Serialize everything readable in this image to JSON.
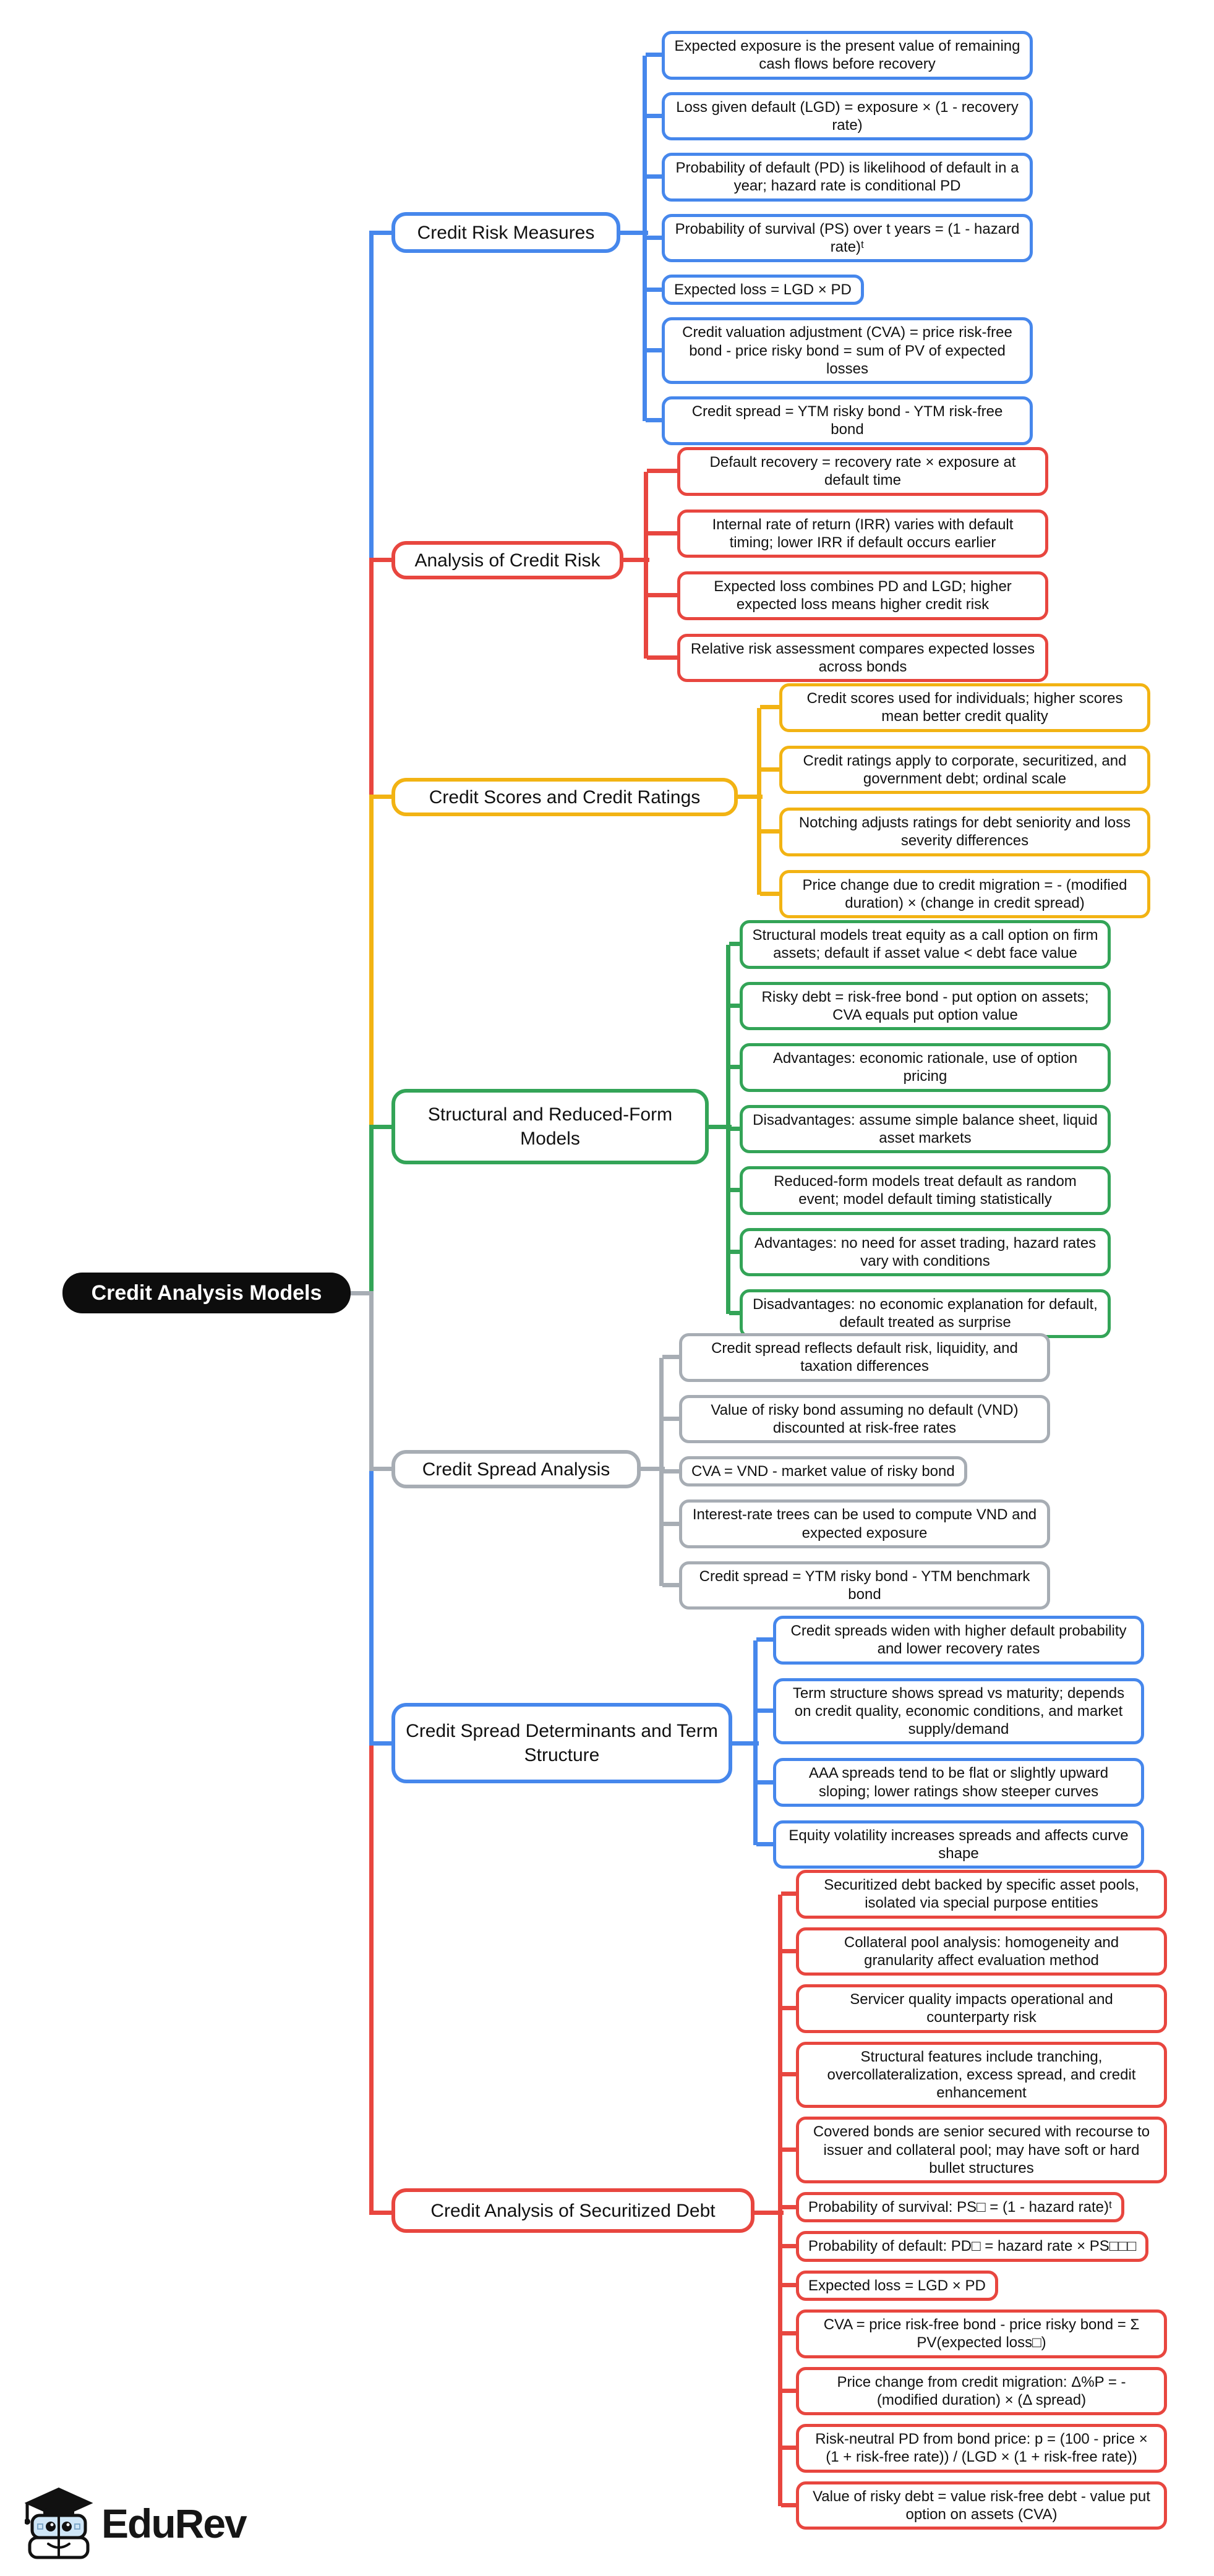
{
  "root": {
    "label": "Credit Analysis Models"
  },
  "branding": {
    "name": "EduRev"
  },
  "colors": {
    "blue": "#4687ec",
    "red": "#e8463f",
    "yellow": "#f2b313",
    "green": "#33a457",
    "gray": "#a7adb4",
    "root_bg": "#0d0d0d"
  },
  "branches": [
    {
      "label": "Credit Risk Measures",
      "color": "#4687ec",
      "leaves": [
        "Expected exposure is the present value of remaining cash flows before recovery",
        "Loss given default (LGD) = exposure × (1 - recovery rate)",
        "Probability of default (PD) is likelihood of default in a year; hazard rate is conditional PD",
        "Probability of survival (PS) over t years = (1 - hazard rate)ᵗ",
        "Expected loss = LGD × PD",
        "Credit valuation adjustment (CVA) = price risk-free bond - price risky bond = sum of PV of expected losses",
        "Credit spread = YTM risky bond - YTM risk-free bond"
      ]
    },
    {
      "label": "Analysis of Credit Risk",
      "color": "#e8463f",
      "leaves": [
        "Default recovery = recovery rate × exposure at default time",
        "Internal rate of return (IRR) varies with default timing; lower IRR if default occurs earlier",
        "Expected loss combines PD and LGD; higher expected loss means higher credit risk",
        "Relative risk assessment compares expected losses across bonds"
      ]
    },
    {
      "label": "Credit Scores and Credit Ratings",
      "color": "#f2b313",
      "leaves": [
        "Credit scores used for individuals; higher scores mean better credit quality",
        "Credit ratings apply to corporate, securitized, and government debt; ordinal scale",
        "Notching adjusts ratings for debt seniority and loss severity differences",
        "Price change due to credit migration = - (modified duration) × (change in credit spread)"
      ]
    },
    {
      "label": "Structural and Reduced-Form Models",
      "color": "#33a457",
      "leaves": [
        "Structural models treat equity as a call option on firm assets; default if asset value < debt face value",
        "Risky debt = risk-free bond - put option on assets; CVA equals put option value",
        "Advantages: economic rationale, use of option pricing",
        "Disadvantages: assume simple balance sheet, liquid asset markets",
        "Reduced-form models treat default as random event; model default timing statistically",
        "Advantages: no need for asset trading, hazard rates vary with conditions",
        "Disadvantages: no economic explanation for default, default treated as surprise"
      ]
    },
    {
      "label": "Credit Spread Analysis",
      "color": "#a7adb4",
      "leaves": [
        "Credit spread reflects default risk, liquidity, and taxation differences",
        "Value of risky bond assuming no default (VND) discounted at risk-free rates",
        "CVA = VND - market value of risky bond",
        "Interest-rate trees can be used to compute VND and expected exposure",
        "Credit spread = YTM risky bond - YTM benchmark bond"
      ]
    },
    {
      "label": "Credit Spread Determinants and Term Structure",
      "color": "#4687ec",
      "leaves": [
        "Credit spreads widen with higher default probability and lower recovery rates",
        "Term structure shows spread vs maturity; depends on credit quality, economic conditions, and market supply/demand",
        "AAA spreads tend to be flat or slightly upward sloping; lower ratings show steeper curves",
        "Equity volatility increases spreads and affects curve shape"
      ]
    },
    {
      "label": "Credit Analysis of Securitized Debt",
      "color": "#e8463f",
      "leaves": [
        "Securitized debt backed by specific asset pools, isolated via special purpose entities",
        "Collateral pool analysis: homogeneity and granularity affect evaluation method",
        "Servicer quality impacts operational and counterparty risk",
        "Structural features include tranching, overcollateralization, excess spread, and credit enhancement",
        "Covered bonds are senior secured with recourse to issuer and collateral pool; may have soft or hard bullet structures",
        "Probability of survival: PS□ = (1 - hazard rate)ᵗ",
        "Probability of default: PD□ = hazard rate × PS□□□",
        "Expected loss = LGD × PD",
        "CVA = price risk-free bond - price risky bond = Σ PV(expected loss□)",
        "Price change from credit migration: Δ%P = - (modified duration) × (Δ spread)",
        "Risk-neutral PD from bond price: p = (100 - price × (1 + risk-free rate)) / (LGD × (1 + risk-free rate))",
        "Value of risky debt = value risk-free debt - value put option on assets (CVA)"
      ]
    }
  ]
}
